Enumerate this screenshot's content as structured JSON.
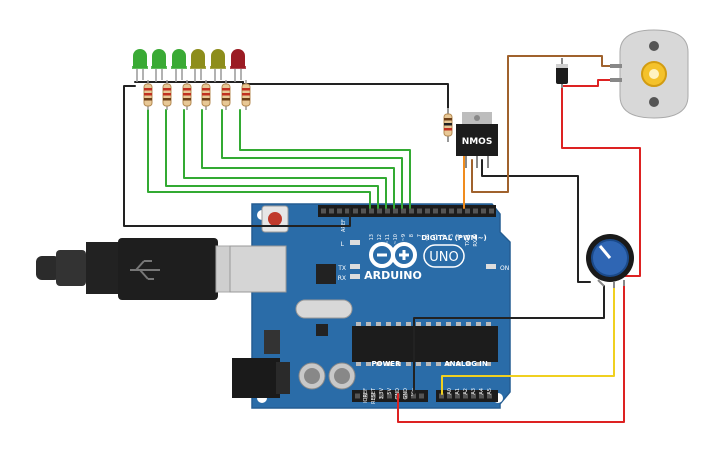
{
  "board": {
    "logo_text": "ARDUINO",
    "model": "UNO",
    "digital_label": "DIGITAL (PWM~)",
    "power_label": "POWER",
    "analog_label": "ANALOG IN",
    "on_label": "ON",
    "tx_label": "TX",
    "rx_label": "RX",
    "l_label": "L",
    "aref_label": "AREF",
    "gnd_label": "GND",
    "digital_pins": [
      "13",
      "12",
      "~11",
      "~10",
      "~9",
      "8",
      "7",
      "~6",
      "~5",
      "4",
      "~3",
      "2",
      "TX▸1",
      "RX◂0"
    ],
    "power_pins": [
      "IOREF",
      "RESET",
      "3.3V",
      "5V",
      "GND",
      "GND",
      "Vin"
    ],
    "analog_pins": [
      "A0",
      "A1",
      "A2",
      "A3",
      "A4",
      "A5"
    ]
  },
  "transistor": {
    "label": "NMOS"
  },
  "leds": [
    {
      "color": "#3aaa35"
    },
    {
      "color": "#3aaa35"
    },
    {
      "color": "#3aaa35"
    },
    {
      "color": "#8d8d1c"
    },
    {
      "color": "#8d8d1c"
    },
    {
      "color": "#9b1c24"
    }
  ],
  "wires": {
    "gnd": "#222222",
    "led_signal": "#33aa33",
    "power": "#dd2222",
    "analog": "#f0d020",
    "brown": "#a0622d",
    "orange": "#f08c1e"
  }
}
